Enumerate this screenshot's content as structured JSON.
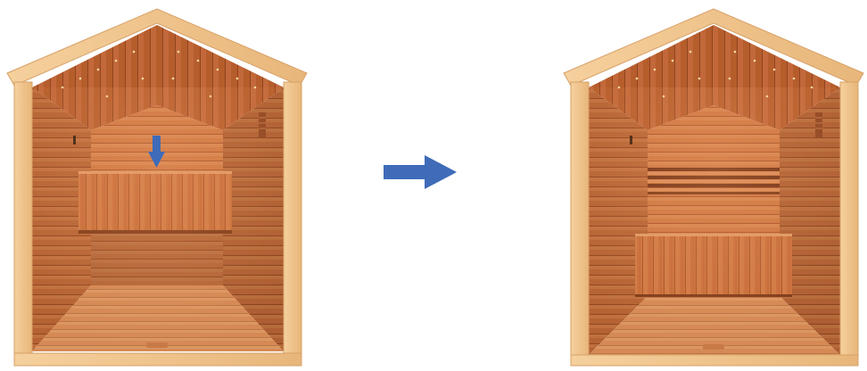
{
  "figure": {
    "panels": [
      {
        "id": "before",
        "state": "upper-bench-lowered",
        "has_down_arrow": true
      },
      {
        "id": "after",
        "state": "upper-bench-raised-as-backrest",
        "has_down_arrow": false
      }
    ],
    "transition_arrow": {
      "direction": "right",
      "color": "#3f6bb8"
    },
    "indicator_arrow": {
      "direction": "down",
      "color": "#3f6bb8"
    },
    "colors": {
      "frame": "#f0c48a",
      "wood_light": "#d98a55",
      "wood_mid": "#c8703e",
      "wood_dark": "#a8552a",
      "ceiling": "#b9602f",
      "floor": "#d48652"
    }
  }
}
